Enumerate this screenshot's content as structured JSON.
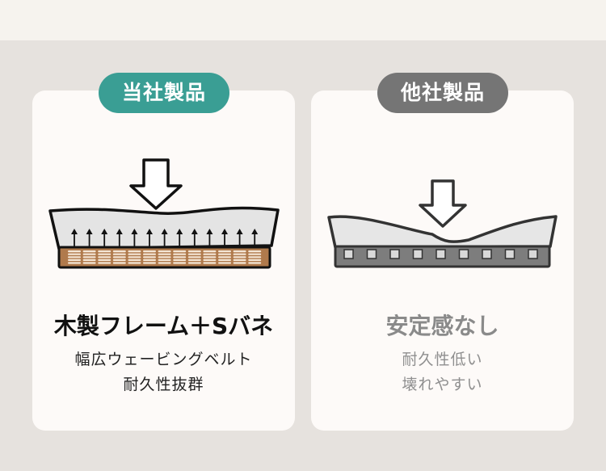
{
  "colors": {
    "ours": "#3a9e94",
    "others": "#757575",
    "wood": "#b07a4c",
    "gray_base": "#7d7d7d"
  },
  "ours": {
    "badge": "当社製品",
    "title": "木製フレーム＋Sバネ",
    "lines": [
      "幅広ウェービングベルト",
      "耐久性抜群"
    ],
    "spring_count": 13
  },
  "others": {
    "badge": "他社製品",
    "title": "安定感なし",
    "lines": [
      "耐久性低い",
      "壊れやすい"
    ],
    "block_count": 9
  }
}
